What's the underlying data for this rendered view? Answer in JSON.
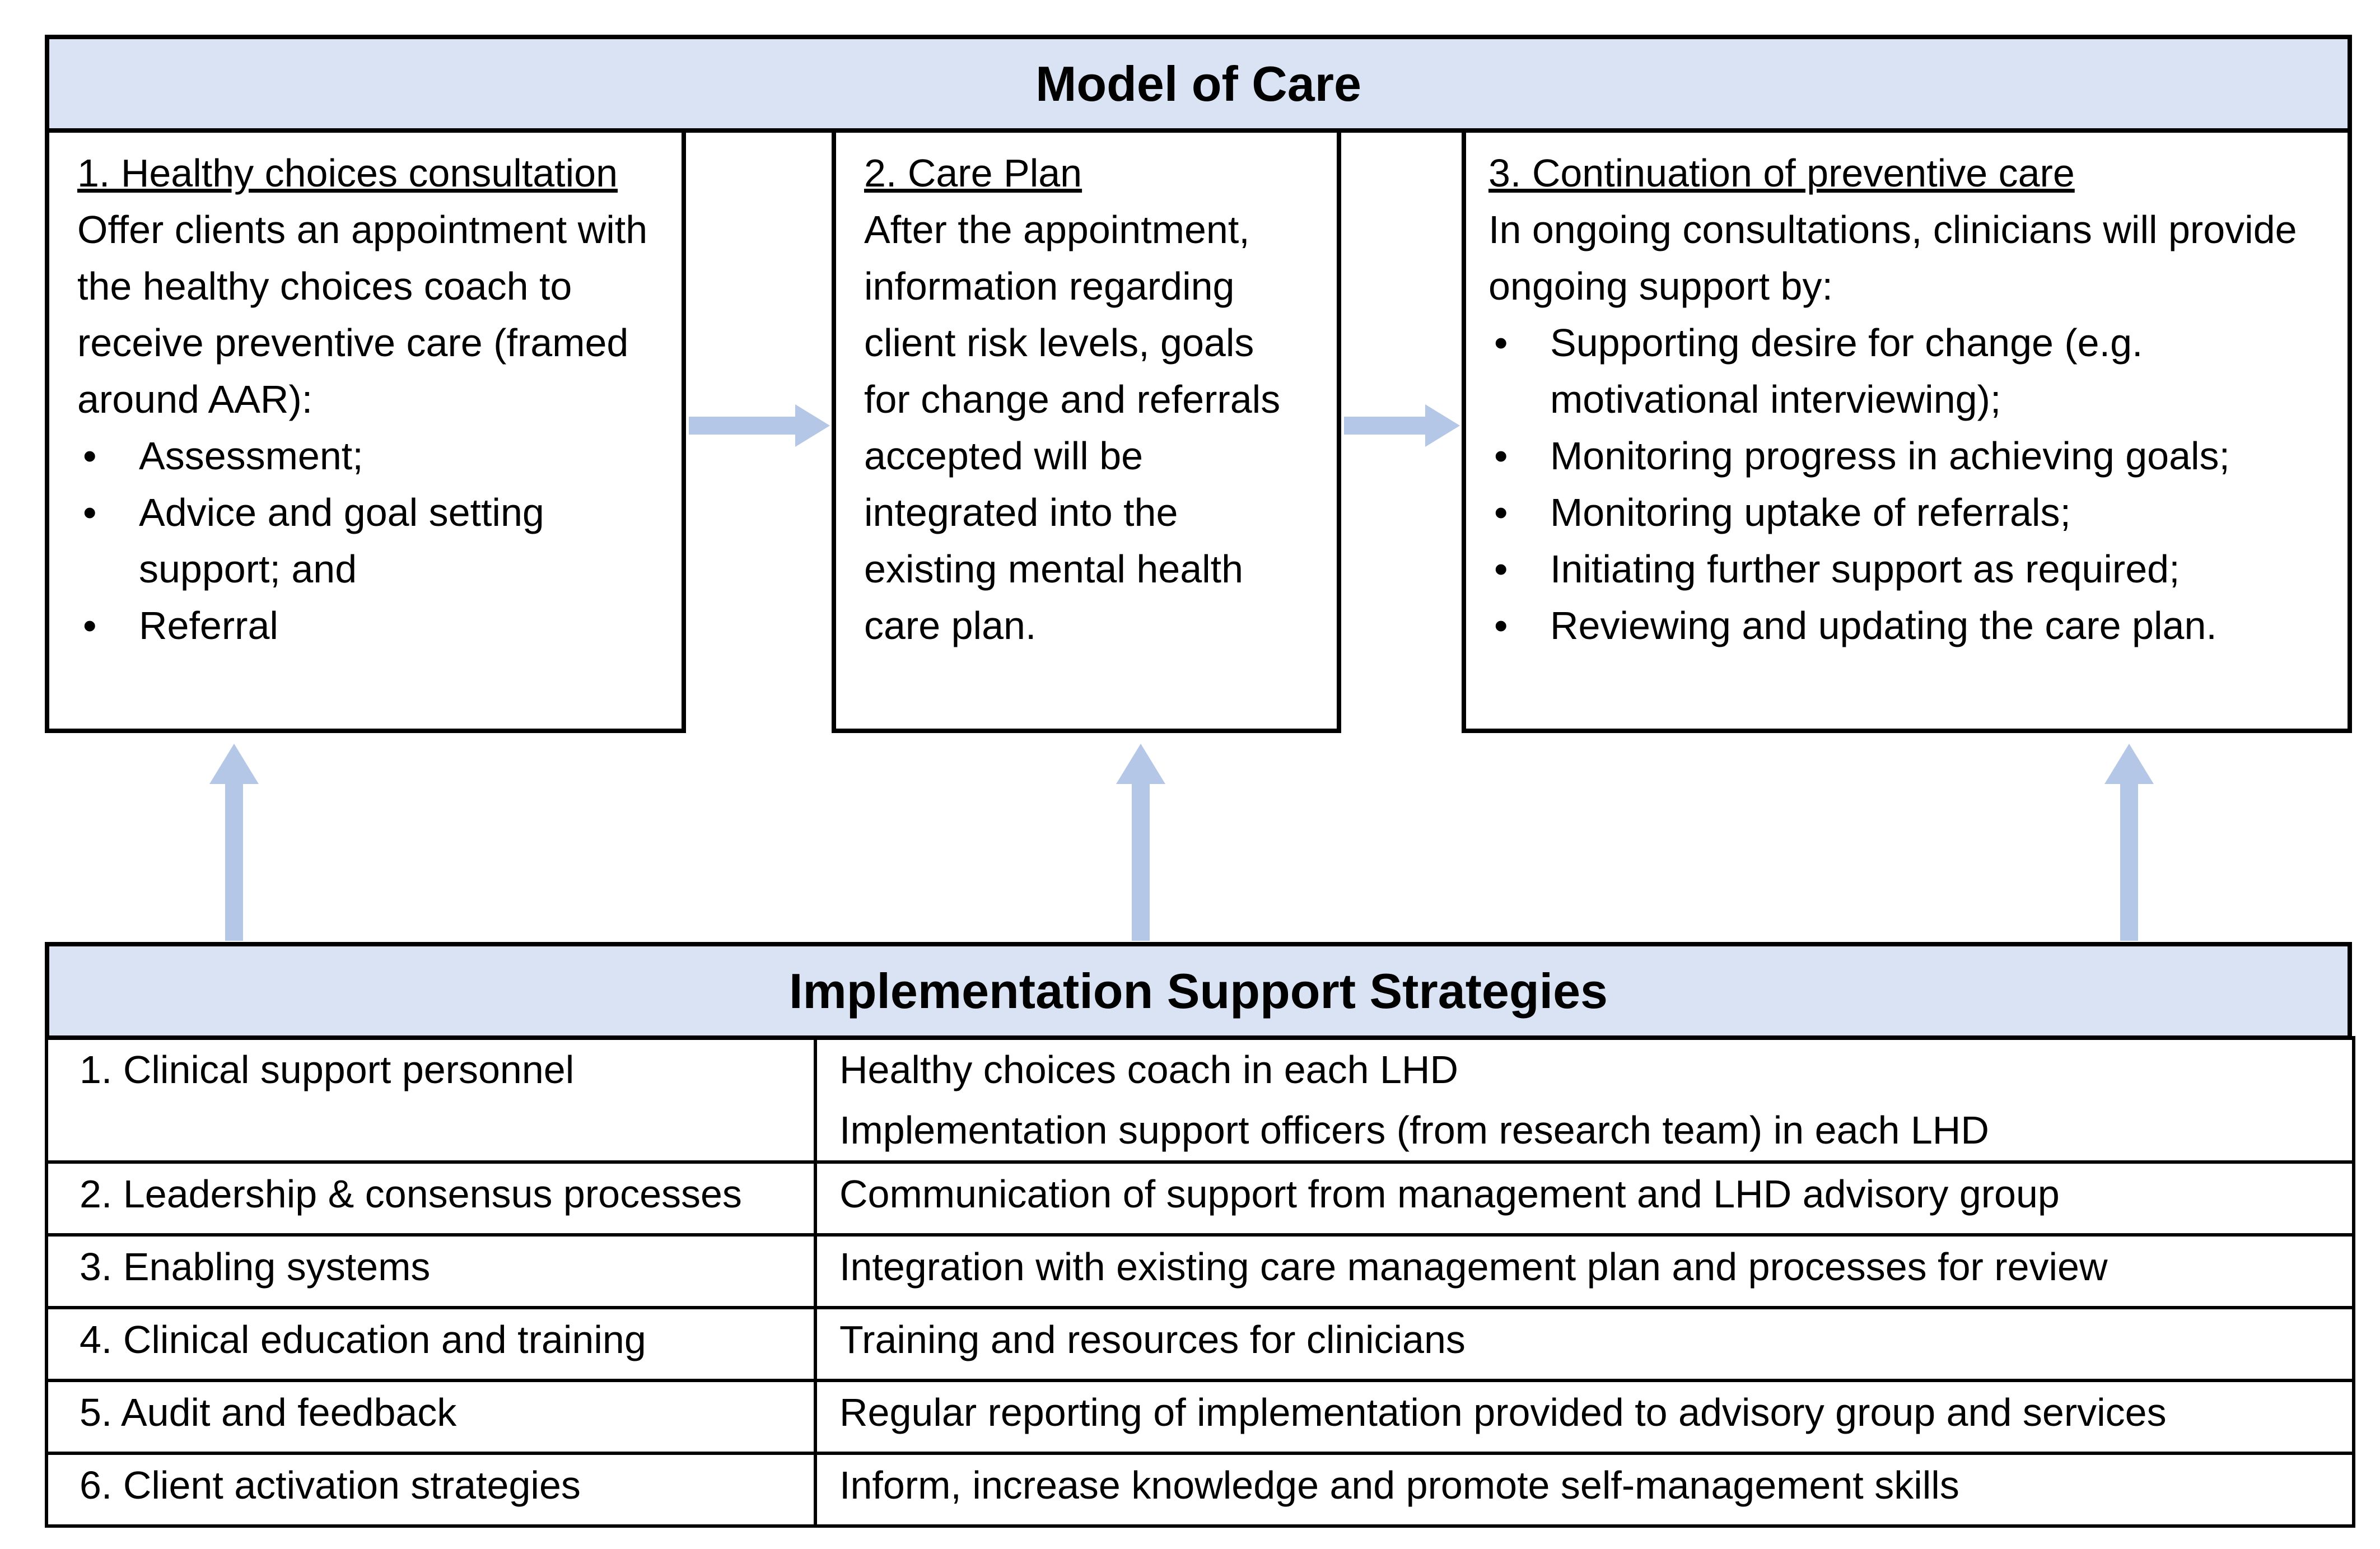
{
  "model_of_care": {
    "title": "Model of Care",
    "steps": [
      {
        "title": "1. Healthy choices consultation",
        "body": "Offer clients an appointment with the healthy choices coach to receive preventive care (framed around AAR):",
        "bullets": [
          "Assessment;",
          "Advice and goal setting support; and",
          "Referral"
        ]
      },
      {
        "title": "2. Care Plan",
        "body": "After the appointment, information regarding client risk levels, goals for change and referrals accepted will be integrated into the existing mental health care plan.",
        "bullets": []
      },
      {
        "title": "3. Continuation of preventive care",
        "body": "In ongoing consultations, clinicians will provide ongoing support by:",
        "bullets": [
          "Supporting desire for change (e.g. motivational interviewing);",
          "Monitoring progress in achieving goals;",
          "Monitoring uptake of referrals;",
          "Initiating further support as required;",
          "Reviewing and updating the care plan."
        ]
      }
    ]
  },
  "implementation": {
    "title": "Implementation Support Strategies",
    "rows": [
      {
        "strategy": "1. Clinical support personnel",
        "details": [
          "Healthy choices coach in each LHD",
          "Implementation support officers (from research team) in each LHD"
        ]
      },
      {
        "strategy": "2. Leadership & consensus processes",
        "details": [
          "Communication of support from management and LHD advisory group"
        ]
      },
      {
        "strategy": "3. Enabling systems",
        "details": [
          "Integration with existing care management plan and processes for review"
        ]
      },
      {
        "strategy": "4. Clinical education and training",
        "details": [
          "Training and resources for clinicians"
        ]
      },
      {
        "strategy": "5. Audit and feedback",
        "details": [
          "Regular reporting of implementation provided to advisory group and services"
        ]
      },
      {
        "strategy": "6. Client activation strategies",
        "details": [
          "Inform, increase knowledge and promote self-management skills"
        ]
      }
    ]
  },
  "colors": {
    "header_fill": "#dae3f3",
    "arrow": "#b4c7e7",
    "border": "#000000"
  }
}
